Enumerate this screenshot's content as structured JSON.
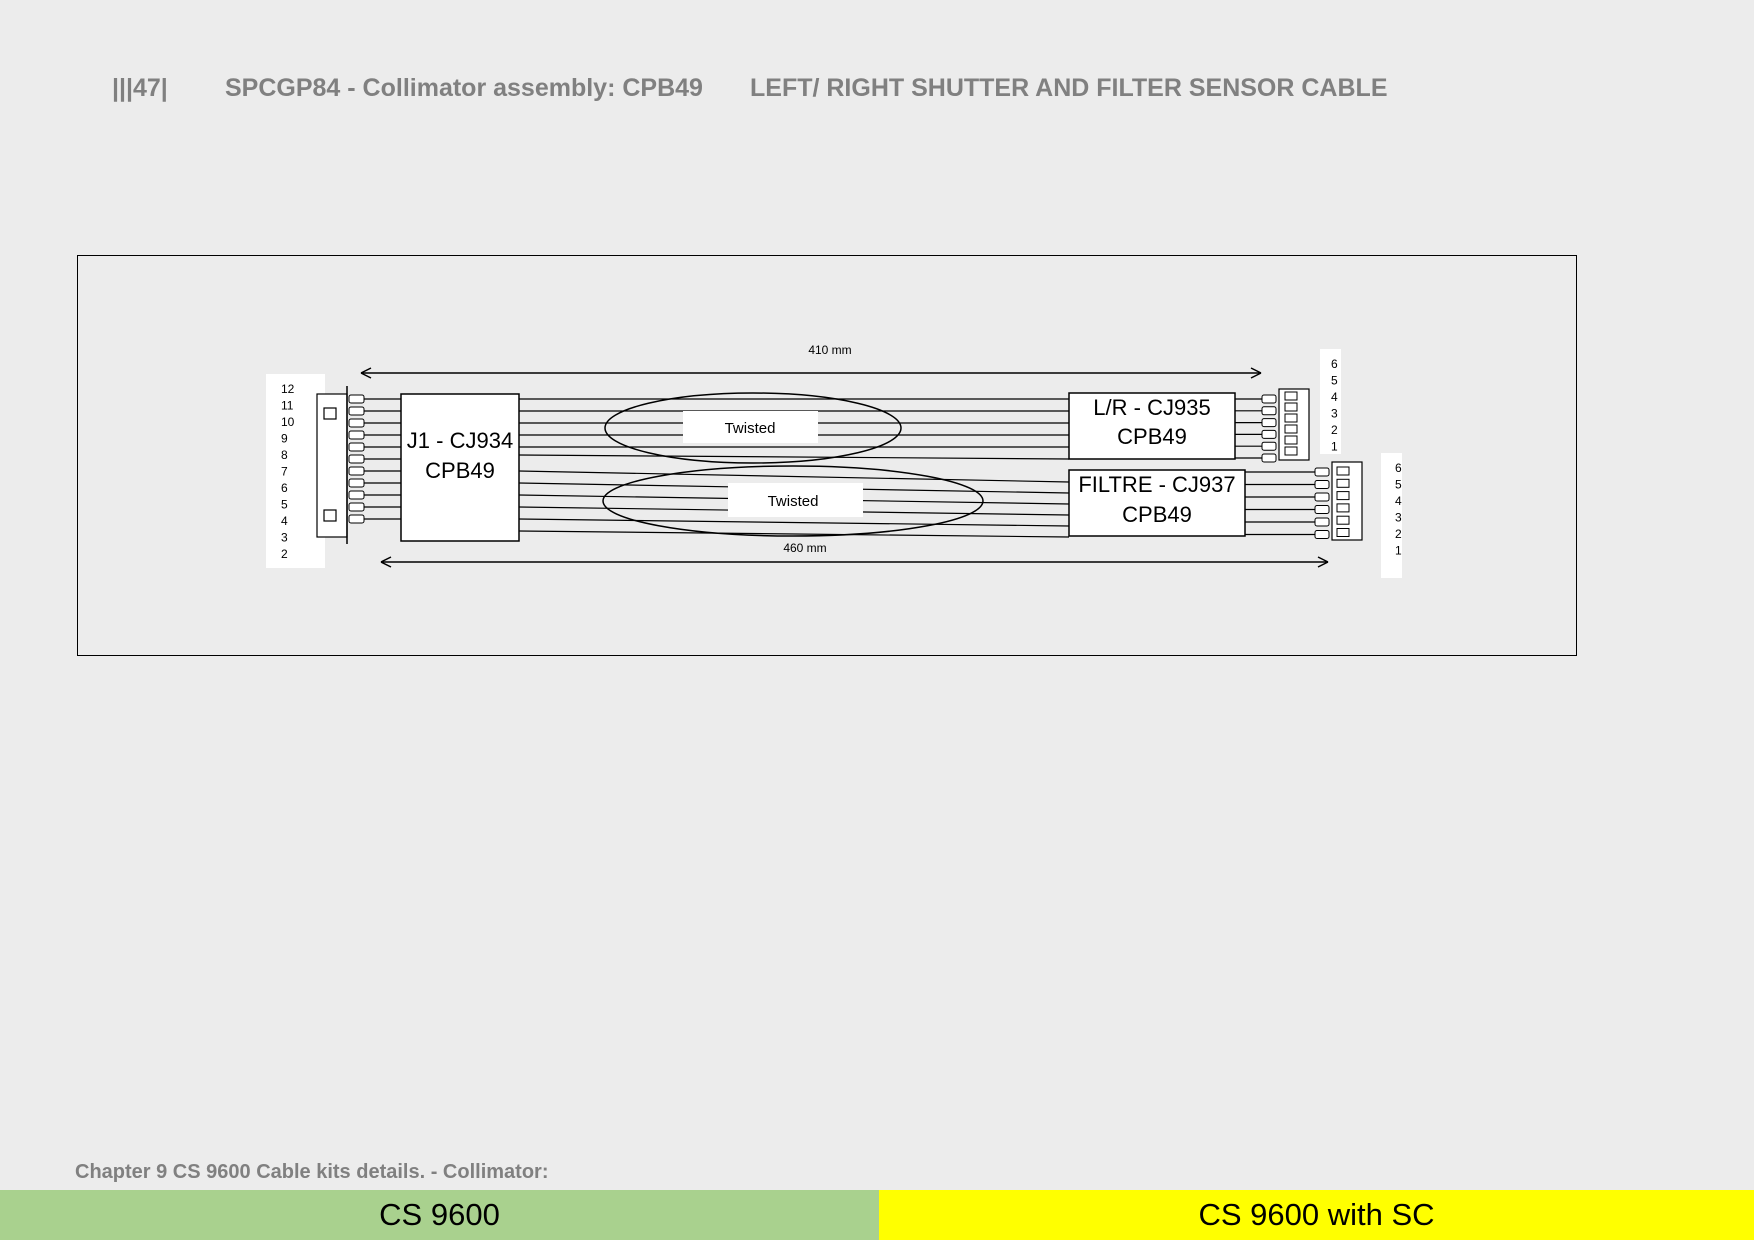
{
  "header": {
    "page_marker": "|||47|",
    "title": "SPCGP84 - Collimator assembly: CPB49",
    "subtitle": "LEFT/ RIGHT SHUTTER AND FILTER SENSOR CABLE"
  },
  "diagram": {
    "connector_j1": {
      "line1": "J1 - CJ934",
      "line2": "CPB49",
      "pins": [
        "12",
        "11",
        "10",
        "9",
        "8",
        "7",
        "6",
        "5",
        "4",
        "3",
        "2"
      ]
    },
    "connector_lr": {
      "line1": "L/R - CJ935",
      "line2": "CPB49",
      "pins": [
        "6",
        "5",
        "4",
        "3",
        "2",
        "1"
      ]
    },
    "connector_filtre": {
      "line1": "FILTRE - CJ937",
      "line2": "CPB49",
      "pins": [
        "6",
        "5",
        "4",
        "3",
        "2",
        "1"
      ]
    },
    "twist_labels": [
      "Twisted",
      "Twisted"
    ],
    "dimension_top": "410 mm",
    "dimension_bottom": "460 mm"
  },
  "footer": {
    "chapter": "Chapter 9 CS 9600 Cable kits details. - Collimator:",
    "tab_left": "CS 9600",
    "tab_right": "CS 9600 with SC"
  },
  "colors": {
    "background": "#ececec",
    "heading_gray": "#808080",
    "tab_left": "#a9d18e",
    "tab_right": "#ffff00"
  }
}
